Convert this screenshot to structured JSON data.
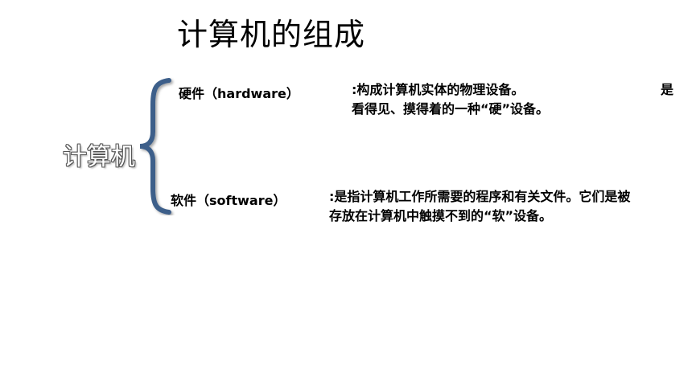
{
  "slide": {
    "title": "计算机的组成",
    "main_label": "计算机",
    "brace_color": "#3e5f8a",
    "items": [
      {
        "label": "硬件（hardware）",
        "desc_line1_main": ":构成计算机实体的物理设备。",
        "desc_line1_end": "是",
        "desc_line2": "看得见、摸得着的一种“硬”设备。"
      },
      {
        "label": "软件（software）",
        "desc_line1": ":是指计算机工作所需要的程序和有关文件。它们是被",
        "desc_line2": "存放在计算机中触摸不到的“软”设备。"
      }
    ]
  }
}
